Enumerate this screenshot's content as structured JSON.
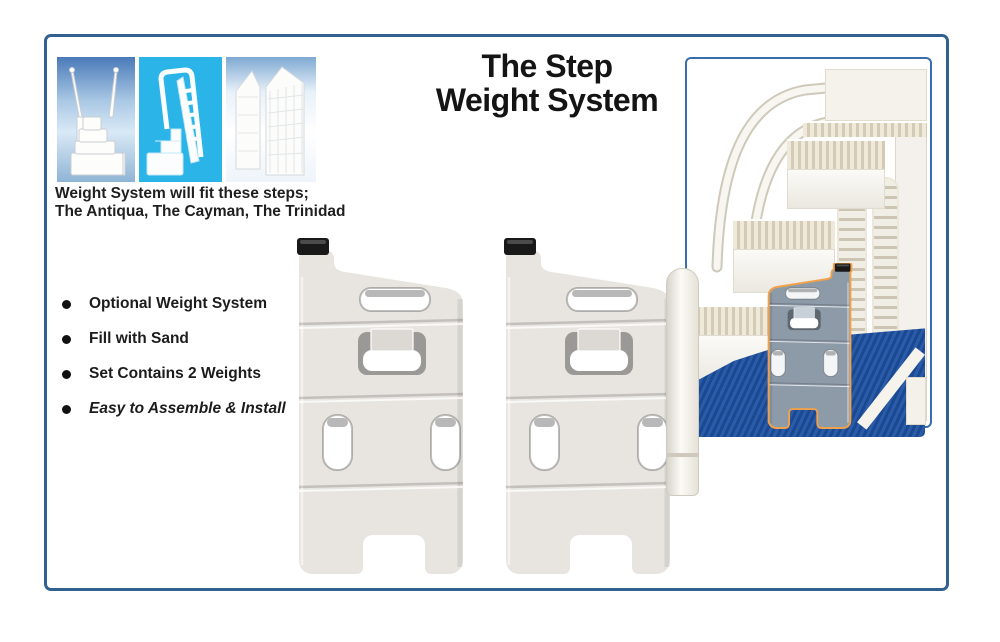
{
  "title": {
    "line1": "The Step",
    "line2": "Weight System"
  },
  "fit_note": {
    "line1": "Weight System will fit these steps;",
    "line2": "The Antiqua, The Cayman, The Trinidad"
  },
  "features": [
    "Optional Weight System",
    "Fill with Sand",
    "Set Contains 2 Weights",
    "Easy to Assemble & Install"
  ],
  "colors": {
    "frame_border": "#33618f",
    "panel_border": "#3a6db0",
    "thumb2_bg": "#2ab4e8",
    "mat_blue": "#1c4fa0",
    "highlight_orange": "#f0a14b"
  }
}
